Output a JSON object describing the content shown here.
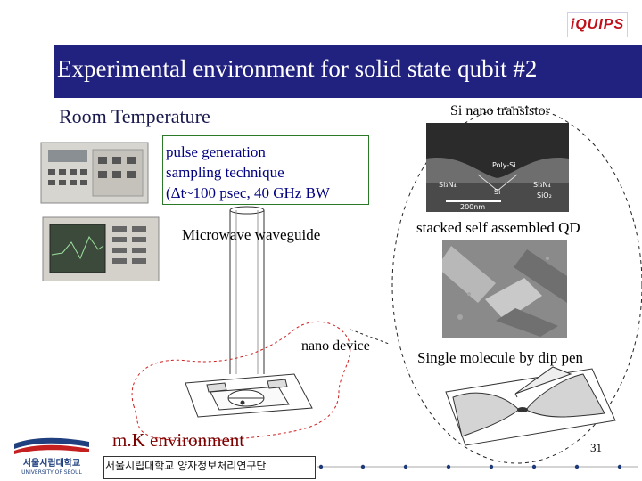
{
  "header": {
    "logo_text": "iQUIPS",
    "title": "Experimental environment  for solid state qubit #2"
  },
  "left": {
    "room_temperature": "Room Temperature",
    "pulse_lines": [
      "pulse generation",
      "sampling technique",
      "(Δt~100 psec, 40 GHz BW"
    ],
    "microwave_label": "Microwave waveguide",
    "nano_device_label": "nano device",
    "mk_label": "m.K environment"
  },
  "right": {
    "si_label": "Si nano transistor",
    "sem_labels": [
      "Poly-Si",
      "Si₃N₄",
      "Si₃N₄",
      "Si",
      "SiO₂",
      "200nm"
    ],
    "qd_label": "stacked self assembled QD",
    "molecule_label": "Single  molecule by dip pen"
  },
  "footer": {
    "org_name": "서울시립대학교 양자정보처리연구단",
    "university_name_kr": "서울시립대학교",
    "university_name_en": "UNIVERSITY OF SEOUL",
    "page_number": "31"
  },
  "colors": {
    "title_bar": "#21217f",
    "pulse_box_border": "#2a7a2a",
    "pulse_text": "#000080",
    "mk_text": "#7a0000",
    "dashed_outline": "#222222",
    "red_dashed": "#cc2020"
  }
}
